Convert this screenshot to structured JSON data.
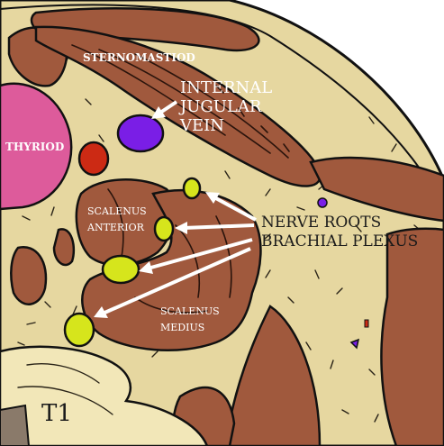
{
  "labels": {
    "sternomastoid": "STERNOMASTIOD",
    "ijv_line1": "INTERNAL",
    "ijv_line2": "JUGULAR",
    "ijv_line3": "VEIN",
    "thyroid": "THYRIOD",
    "scalenus_anterior_1": "SCALENUS",
    "scalenus_anterior_2": "ANTERIOR",
    "nerve_roots_1": "NERVE ROOTS",
    "nerve_roots_2": "BRACHIAL PLEXUS",
    "scalenus_medius_1": "SCALENUS",
    "scalenus_medius_2": "MEDIUS",
    "t1": "T1"
  },
  "colors": {
    "background_tissue": "#e6d7a0",
    "muscle": "#a0593d",
    "thyroid": "#dd5b9b",
    "vein": "#7a1ee6",
    "artery": "#cc2a14",
    "nerve": "#d6e51c",
    "bone": "#f2e7b8",
    "label": "#ffffff"
  }
}
